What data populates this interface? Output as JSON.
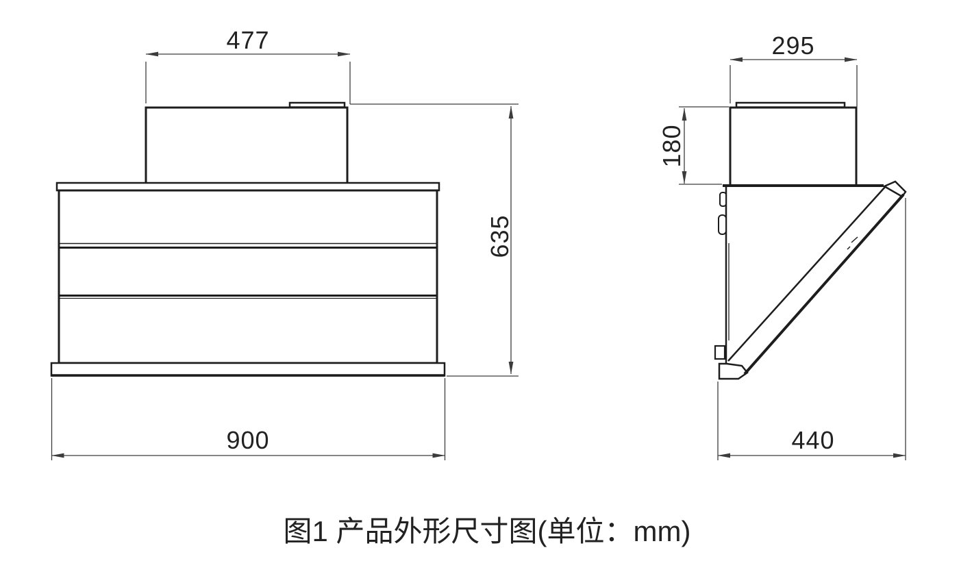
{
  "caption": "图1 产品外形尺寸图(单位：mm)",
  "unit": "mm",
  "views": {
    "front": {
      "label": "front-view",
      "dims": {
        "top_width": "477",
        "height": "635",
        "bottom_width": "900"
      }
    },
    "side": {
      "label": "side-view",
      "dims": {
        "top_depth": "295",
        "duct_height": "180",
        "bottom_depth": "440"
      }
    }
  },
  "colors": {
    "background": "#ffffff",
    "outline": "#1d1d1d",
    "dimension_line": "#3c3c3c",
    "text": "#222222"
  }
}
